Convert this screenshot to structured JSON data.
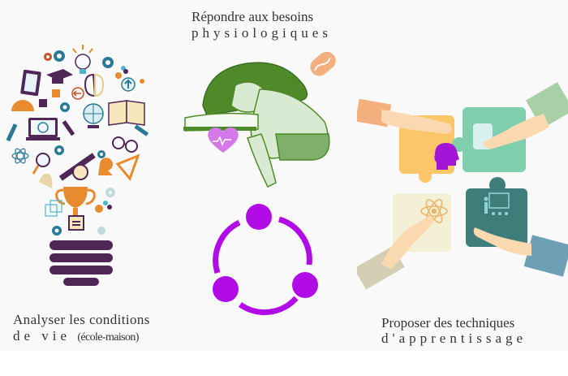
{
  "top_label": {
    "line1": "Répondre aux besoins",
    "line2": "physiologiques"
  },
  "left_label": {
    "line1": "Analyser les conditions",
    "line2_spaced": "de vie",
    "line2_paren": "(école-maison)"
  },
  "right_label": {
    "line1": "Proposer des techniques",
    "line2": "d'apprentissage"
  },
  "icons": {
    "left": "lightbulb-education-icons",
    "top": "tired-person-on-desk",
    "center": "three-node-cycle-icon",
    "right": "hands-puzzle-pieces"
  },
  "colors": {
    "background": "#f9f9f9",
    "cycle": "#b10ce6",
    "green_dark": "#4f8a2a",
    "green_light": "#d9ead3",
    "heart": "#d47ae8",
    "hotdog": "#f3b07e",
    "bulb_base": "#4e2757",
    "teal": "#2a7a96",
    "orange": "#e88a2e",
    "puzzle_yellow": "#fbc56a",
    "puzzle_green": "#7dcfad",
    "puzzle_cream": "#f3f0d6",
    "puzzle_teal": "#3f7d7b",
    "brain_purple": "#a414d8"
  }
}
